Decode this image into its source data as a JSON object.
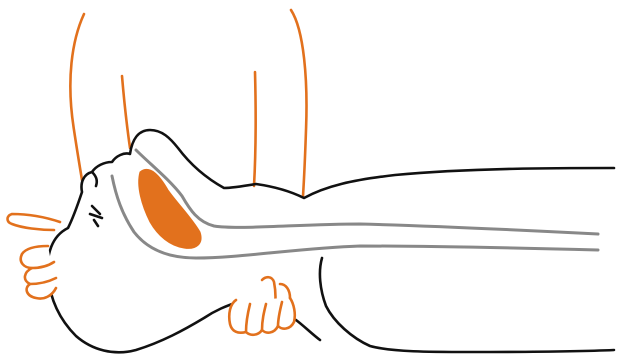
{
  "illustration": {
    "colors": {
      "outline": "#111111",
      "airway": "#888888",
      "rescuer": "#e2711d",
      "tongue": "#e2711d",
      "background": "#ffffff"
    },
    "parts": [
      "patient-head-outline",
      "patient-body-outline",
      "airway-passage",
      "tongue-shape",
      "rescuer-arms",
      "rescuer-hand-forehead",
      "rescuer-hand-chin"
    ]
  }
}
